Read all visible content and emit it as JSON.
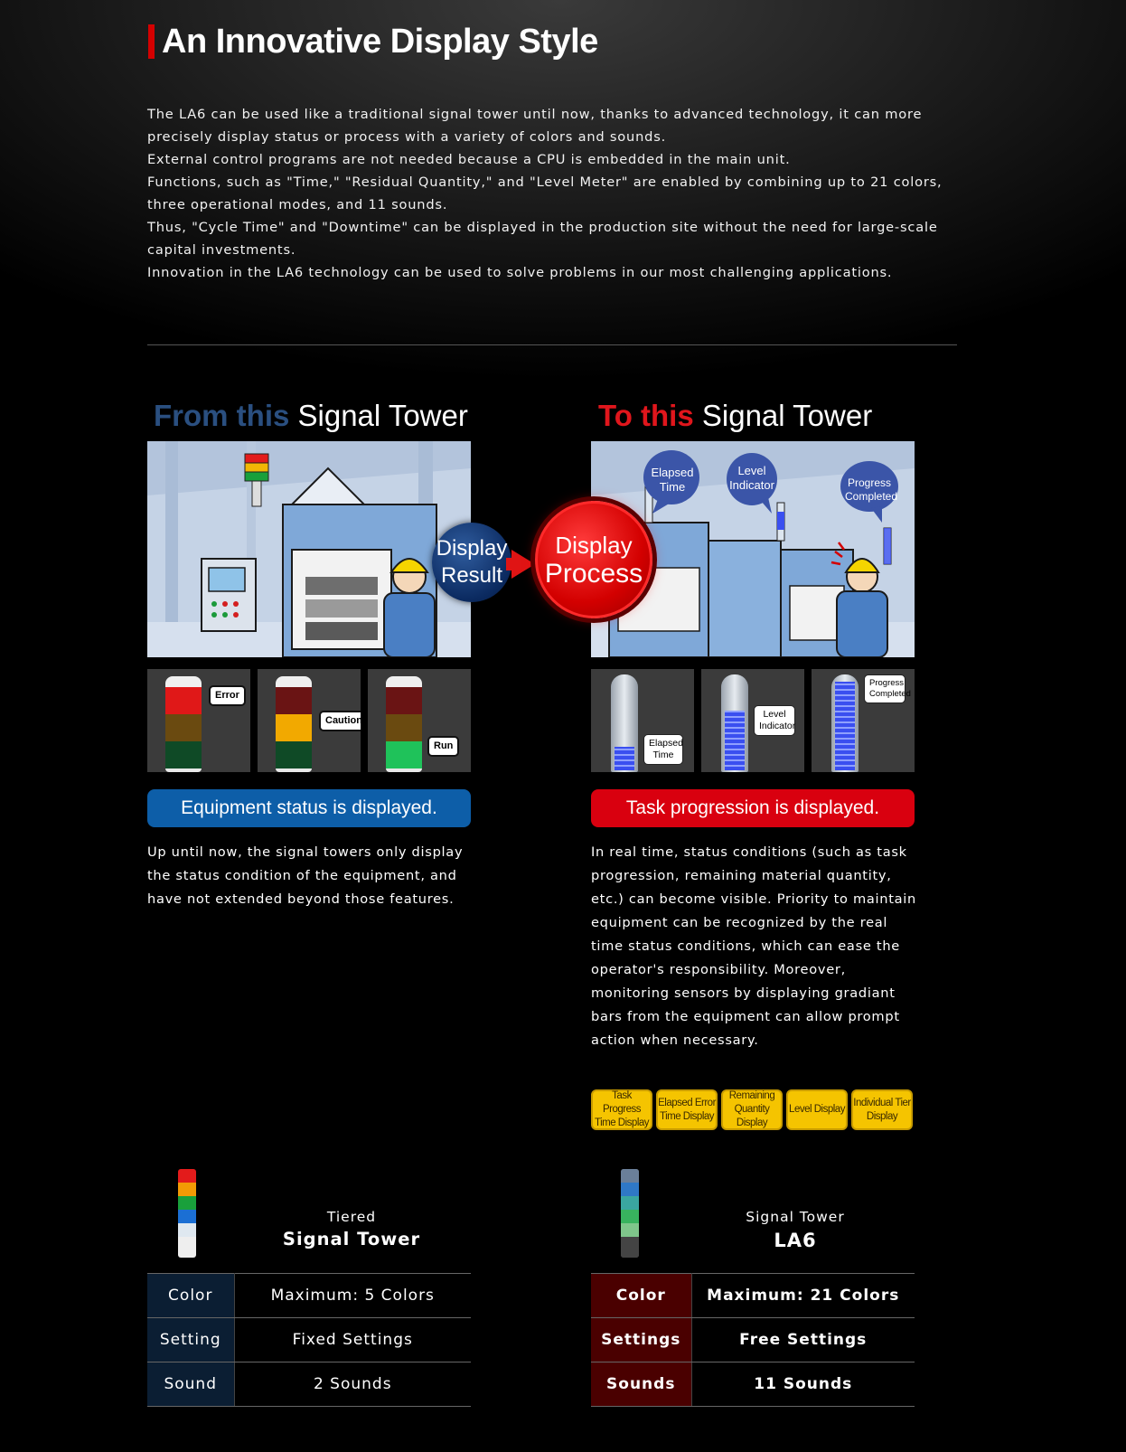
{
  "header": {
    "title": "An Innovative Display Style",
    "intro": [
      "The LA6 can be used like a traditional signal tower until now, thanks to advanced technology, it can more precisely display status or process with a variety of colors and sounds.",
      "External control programs are not needed because a CPU is embedded in the main unit.",
      "Functions, such as \"Time,\" \"Residual Quantity,\" and \"Level Meter\" are enabled by combining up to 21 colors, three operational modes, and 11 sounds.",
      "Thus, \"Cycle Time\" and \"Downtime\" can be displayed in the production site without the need for large-scale capital investments.",
      "Innovation in the LA6 technology can be used to solve problems in our most challenging applications."
    ]
  },
  "left": {
    "heading_accent": "From this",
    "heading_rest": " Signal Tower",
    "circle_line1": "Display",
    "circle_line2": "Result",
    "thumbs": [
      {
        "label": "Error"
      },
      {
        "label": "Caution"
      },
      {
        "label": "Run"
      }
    ],
    "pill": "Equipment status is displayed.",
    "desc": "Up until now, the signal towers only display the status condition of the equipment, and have not extended beyond those features.",
    "product_sub": "Tiered",
    "product_main": "Signal Tower",
    "specs": [
      {
        "key": "Color",
        "value": "Maximum: 5 Colors"
      },
      {
        "key": "Setting",
        "value": "Fixed Settings"
      },
      {
        "key": "Sound",
        "value": "2 Sounds"
      }
    ]
  },
  "right": {
    "heading_accent": "To this",
    "heading_rest": " Signal Tower",
    "circle_line1": "Display",
    "circle_line2": "Process",
    "scene_bubbles": {
      "elapsed": "Elapsed Time",
      "level": "Level Indicator",
      "progress": "Progress Completed"
    },
    "thumbs": [
      {
        "label": "Elapsed Time"
      },
      {
        "label": "Level Indicator"
      },
      {
        "label": "Progress Completed"
      }
    ],
    "pill": "Task progression is displayed.",
    "desc": "In real time, status conditions (such as task progression, remaining material quantity, etc.) can become visible. Priority to maintain equipment can be recognized by the real time status conditions, which can ease the operator's responsibility. Moreover, monitoring sensors by displaying gradiant bars from the equipment can allow prompt action when necessary.",
    "tags": [
      "Task Progress Time Display",
      "Elapsed Error Time Display",
      "Remaining Quantity Display",
      "Level Display",
      "Individual Tier Display"
    ],
    "product_sub": "Signal Tower",
    "product_main": "LA6",
    "specs": [
      {
        "key": "Color",
        "value": "Maximum: 21 Colors"
      },
      {
        "key": "Settings",
        "value": "Free Settings"
      },
      {
        "key": "Sounds",
        "value": "11 Sounds"
      }
    ]
  },
  "colors": {
    "title_bar": "#d40000",
    "left_accent": "#2a4f80",
    "right_accent": "#e0161c",
    "left_pill": "#0d5ea8",
    "right_pill": "#d9000f",
    "tag_yellow": "#f5c400"
  }
}
